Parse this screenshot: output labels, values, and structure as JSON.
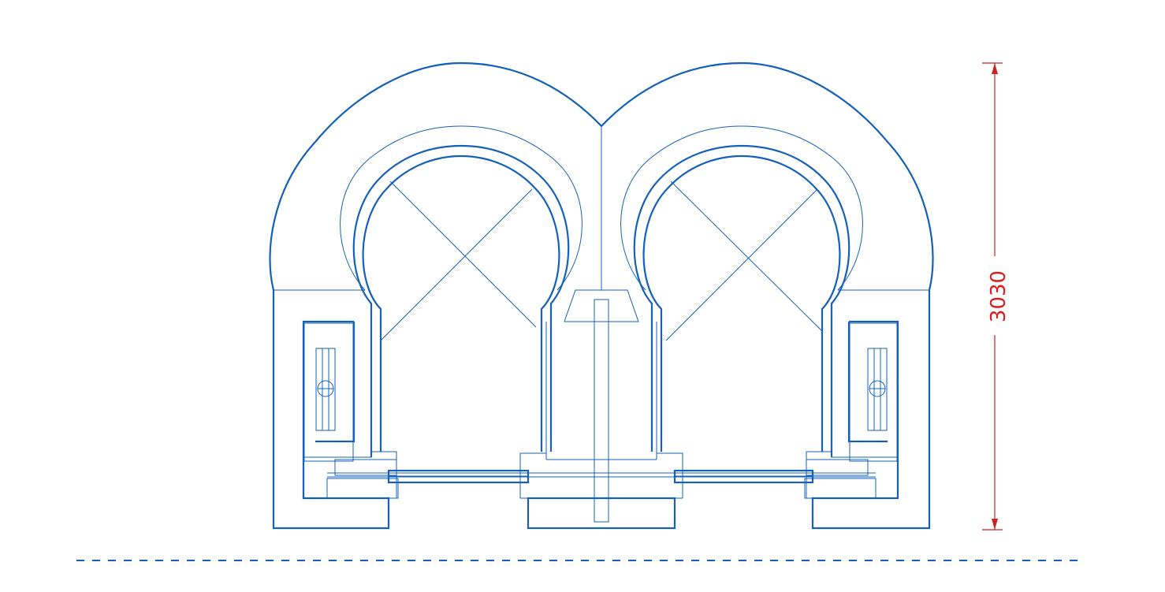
{
  "dimension": {
    "height_label": "3030"
  },
  "colors": {
    "line": "#1560b8",
    "dimension": "#d42020",
    "background": "#ffffff"
  },
  "elements": {
    "left_arch": "horseshoe-arch",
    "right_arch": "horseshoe-arch",
    "center_pillar": "column",
    "ground_line": "dashed-ground-line"
  }
}
